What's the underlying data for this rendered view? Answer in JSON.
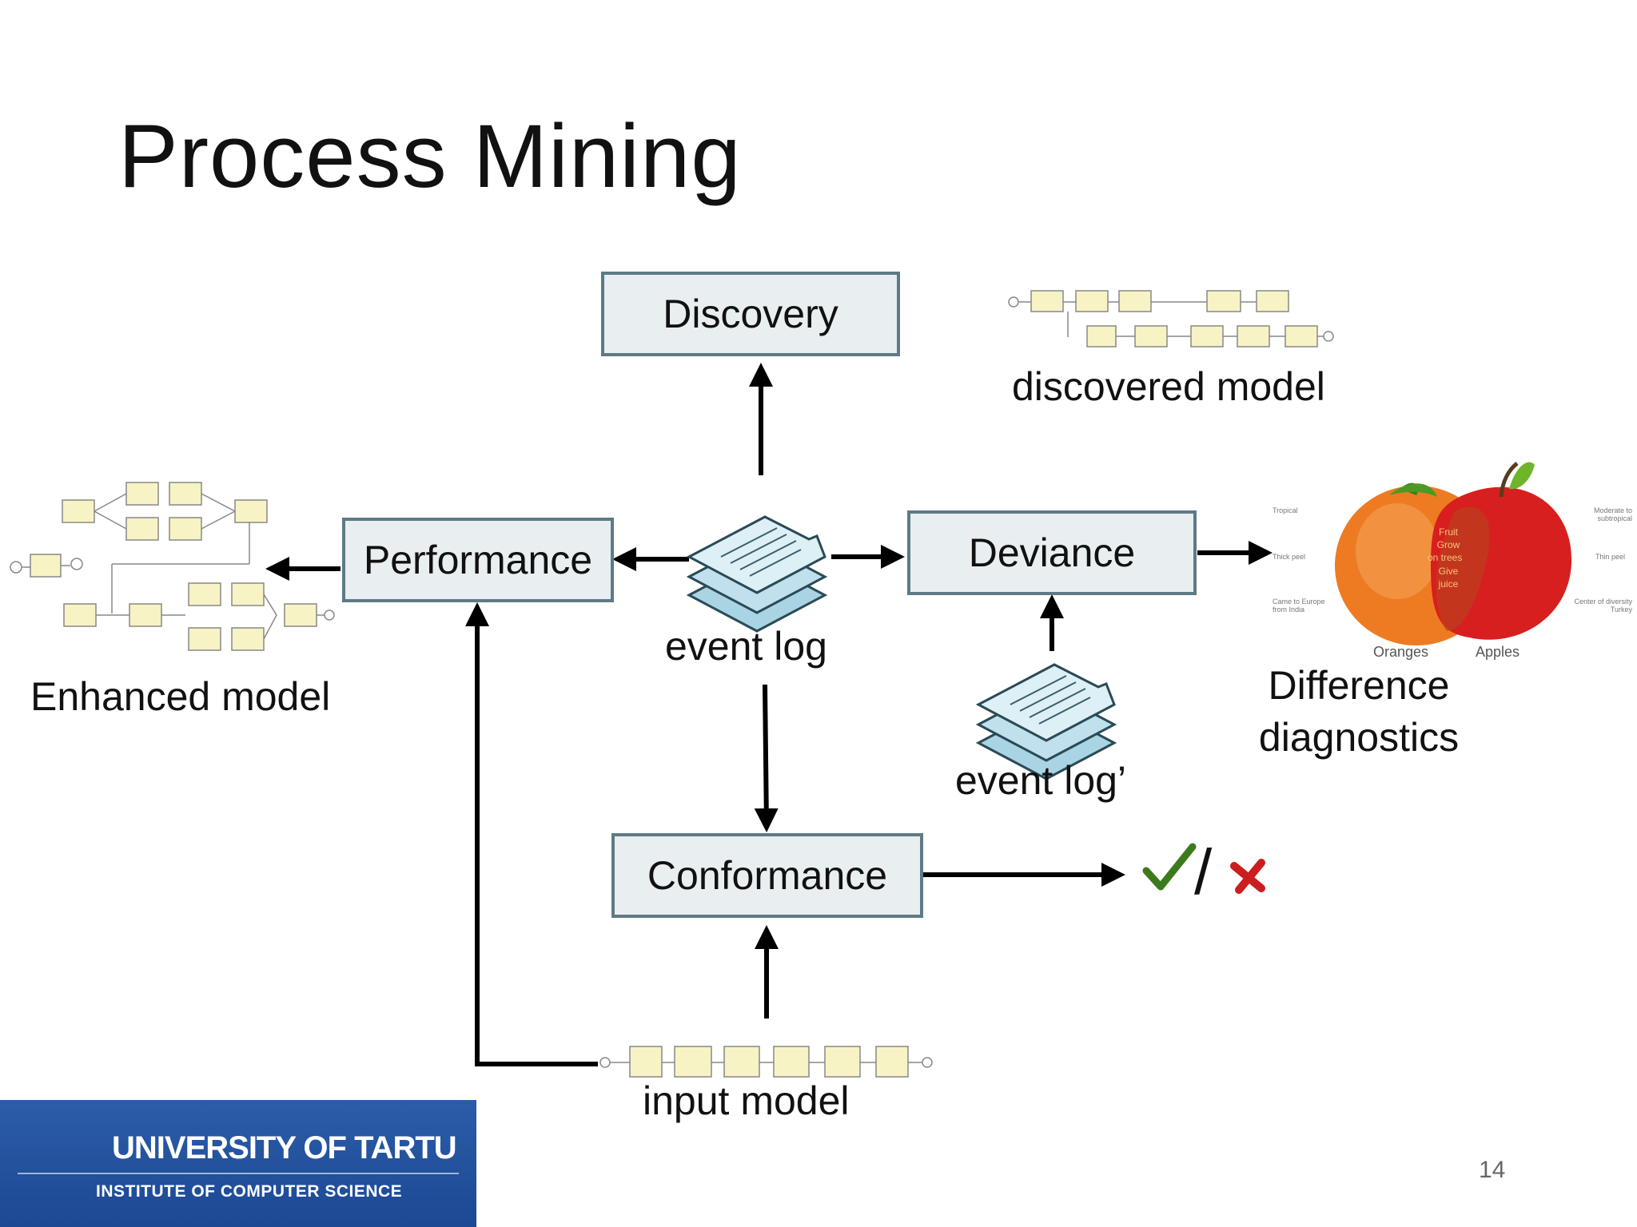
{
  "slide": {
    "title": "Process Mining",
    "page_number": "14"
  },
  "boxes": {
    "discovery": "Discovery",
    "performance": "Performance",
    "deviance": "Deviance",
    "conformance": "Conformance"
  },
  "labels": {
    "discovered_model": "discovered model",
    "enhanced_model": "Enhanced model",
    "event_log": "event log",
    "event_log_prime": "event log’",
    "difference_line1": "Difference",
    "difference_line2": "diagnostics",
    "input_model": "input model"
  },
  "venn": {
    "left": "Oranges",
    "right": "Apples",
    "overlap_line1": "Fruit",
    "overlap_line2": "Grow",
    "overlap_line3": "on trees",
    "overlap_line4": "Give",
    "overlap_line5": "juice",
    "side_left_1": "Tropical",
    "side_left_2": "Thick peel",
    "side_left_3": "Came to Europe from India",
    "side_right_1": "Moderate to subtropical",
    "side_right_2": "Thin peel",
    "side_right_3": "Center of diversity Turkey"
  },
  "result": {
    "separator": "/"
  },
  "logo": {
    "main": "UNIVERSITY OF TARTU",
    "sub": "INSTITUTE OF COMPUTER SCIENCE"
  },
  "colors": {
    "box_fill": "#e9eef1",
    "box_border": "#5e7a86",
    "check": "#3d7a1d",
    "cross": "#cc1e1e",
    "logo_bg": "#1f4c96",
    "log_stack": "#a9d4e3"
  },
  "icons": [
    "document-stack-icon",
    "check-icon",
    "cross-icon",
    "university-building-icon"
  ]
}
